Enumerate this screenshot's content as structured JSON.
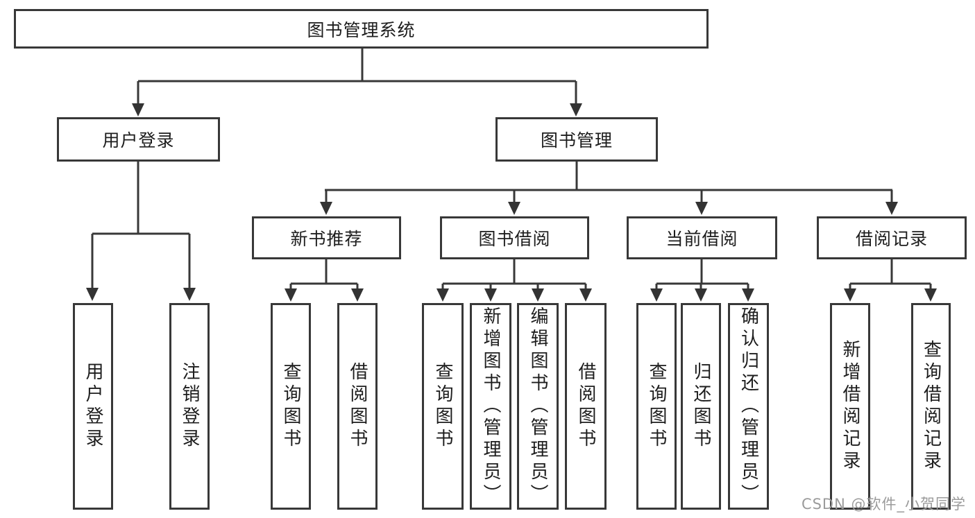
{
  "colors": {
    "background": "#ffffff",
    "line": "#383838",
    "box_border": "#383838",
    "text": "#1d1d1d",
    "watermark": "#9b9b9b"
  },
  "watermark": {
    "text": "CSDN @软件_小贺同学"
  },
  "tree": {
    "label": "图书管理系统",
    "children": [
      {
        "label": "用户登录",
        "children": [
          {
            "label": "用户登录"
          },
          {
            "label": "注销登录"
          }
        ]
      },
      {
        "label": "图书管理",
        "children": [
          {
            "label": "新书推荐",
            "children": [
              {
                "label": "查询图书"
              },
              {
                "label": "借阅图书"
              }
            ]
          },
          {
            "label": "图书借阅",
            "children": [
              {
                "label": "查询图书"
              },
              {
                "label": "新增图书（管理员）"
              },
              {
                "label": "编辑图书（管理员）"
              },
              {
                "label": "借阅图书"
              }
            ]
          },
          {
            "label": "当前借阅",
            "children": [
              {
                "label": "查询图书"
              },
              {
                "label": "归还图书"
              },
              {
                "label": "确认归还（管理员）"
              }
            ]
          },
          {
            "label": "借阅记录",
            "children": [
              {
                "label": "新增借阅记录"
              },
              {
                "label": "查询借阅记录"
              }
            ]
          }
        ]
      }
    ]
  }
}
